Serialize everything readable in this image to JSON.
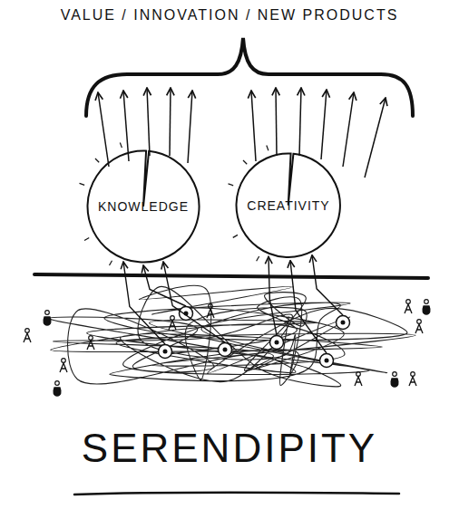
{
  "diagram": {
    "caption": "SERENDIPITY",
    "nodes": [
      {
        "text": [
          "KNOWLEDGE"
        ]
      },
      {
        "text": [
          "CREATIVITY"
        ]
      }
    ],
    "labels": [
      "VALUE / INNOVATION / NEW PRODUCTS"
    ]
  }
}
